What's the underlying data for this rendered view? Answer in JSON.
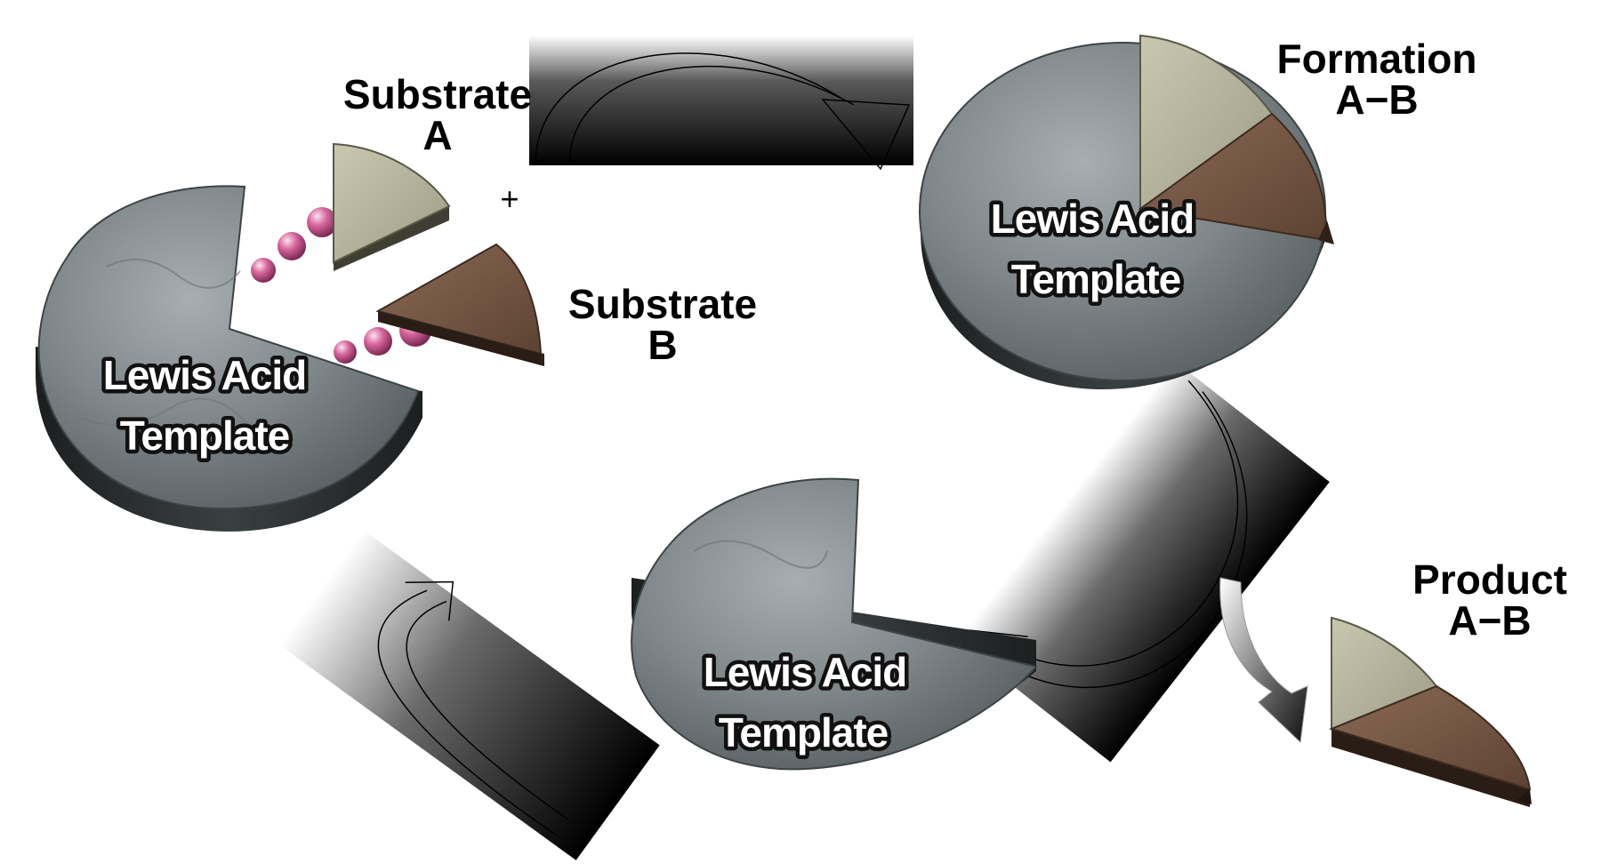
{
  "labels": {
    "substrate_a": [
      "Substrate",
      "A"
    ],
    "substrate_b": [
      "Substrate",
      "B"
    ],
    "formation": [
      "Formation",
      "A−B"
    ],
    "product": [
      "Product",
      "A−B"
    ],
    "plus": "+",
    "template": [
      "Lewis Acid",
      "Template"
    ]
  },
  "colors": {
    "stone_light": "#9aa2a6",
    "stone_dark": "#4d5558",
    "stone_edge": "#262a2c",
    "substrate_a_top": "#b9b8a1",
    "substrate_a_side": "#3f3e33",
    "substrate_b_top": "#7a5a46",
    "substrate_b_side": "#2f2119",
    "bead": "#d7669d",
    "arrow_dark": "#000000",
    "arrow_light": "#ffffff"
  }
}
